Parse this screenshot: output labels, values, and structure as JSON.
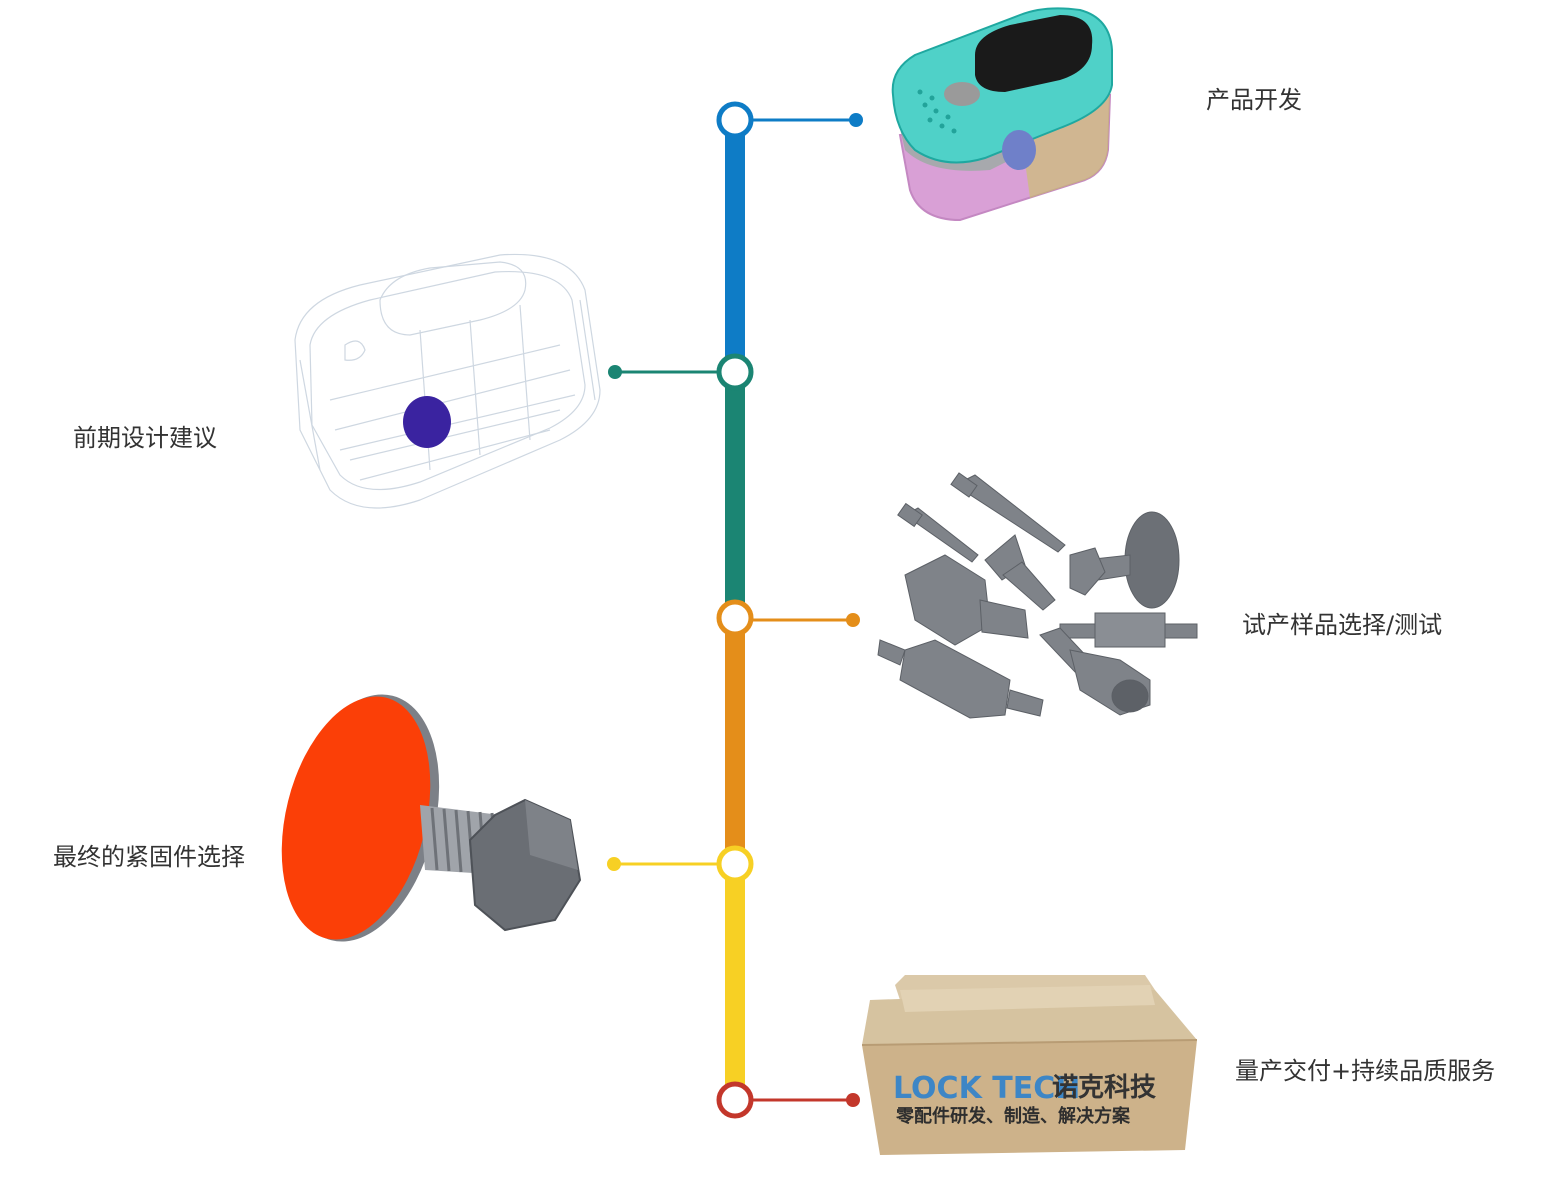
{
  "stages": [
    {
      "label": "产品开发",
      "color": "#0E7CC6"
    },
    {
      "label": "前期设计建议",
      "color": "#1B8573"
    },
    {
      "label": "试产样品选择/测试",
      "color": "#E48E1A"
    },
    {
      "label": "最终的紧固件选择",
      "color": "#F7D024"
    },
    {
      "label": "量产交付+持续品质服务",
      "color": "#C3372B"
    }
  ],
  "box": {
    "brand_latin": "LOCK TECH",
    "brand_cn": "诺克科技",
    "slogan": "零配件研发、制造、解决方案"
  },
  "icons": [
    "pulse-oximeter-icon",
    "wireframe-oximeter-icon",
    "fastener-samples-icon",
    "mushroom-bolt-icon",
    "cardboard-box-icon"
  ]
}
